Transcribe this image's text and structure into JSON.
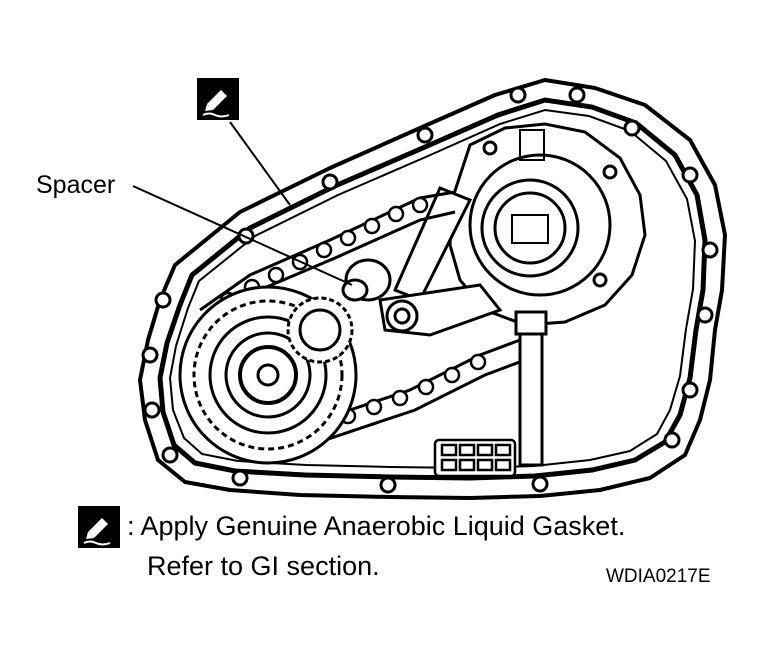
{
  "callouts": {
    "spacer": "Spacer"
  },
  "legend": {
    "icon": "gasket-pen-icon",
    "line1": ": Apply Genuine Anaerobic Liquid Gasket.",
    "line2": "Refer to GI section."
  },
  "figure_code": "WDIA0217E",
  "colors": {
    "ink": "#000000",
    "paper": "#ffffff"
  }
}
